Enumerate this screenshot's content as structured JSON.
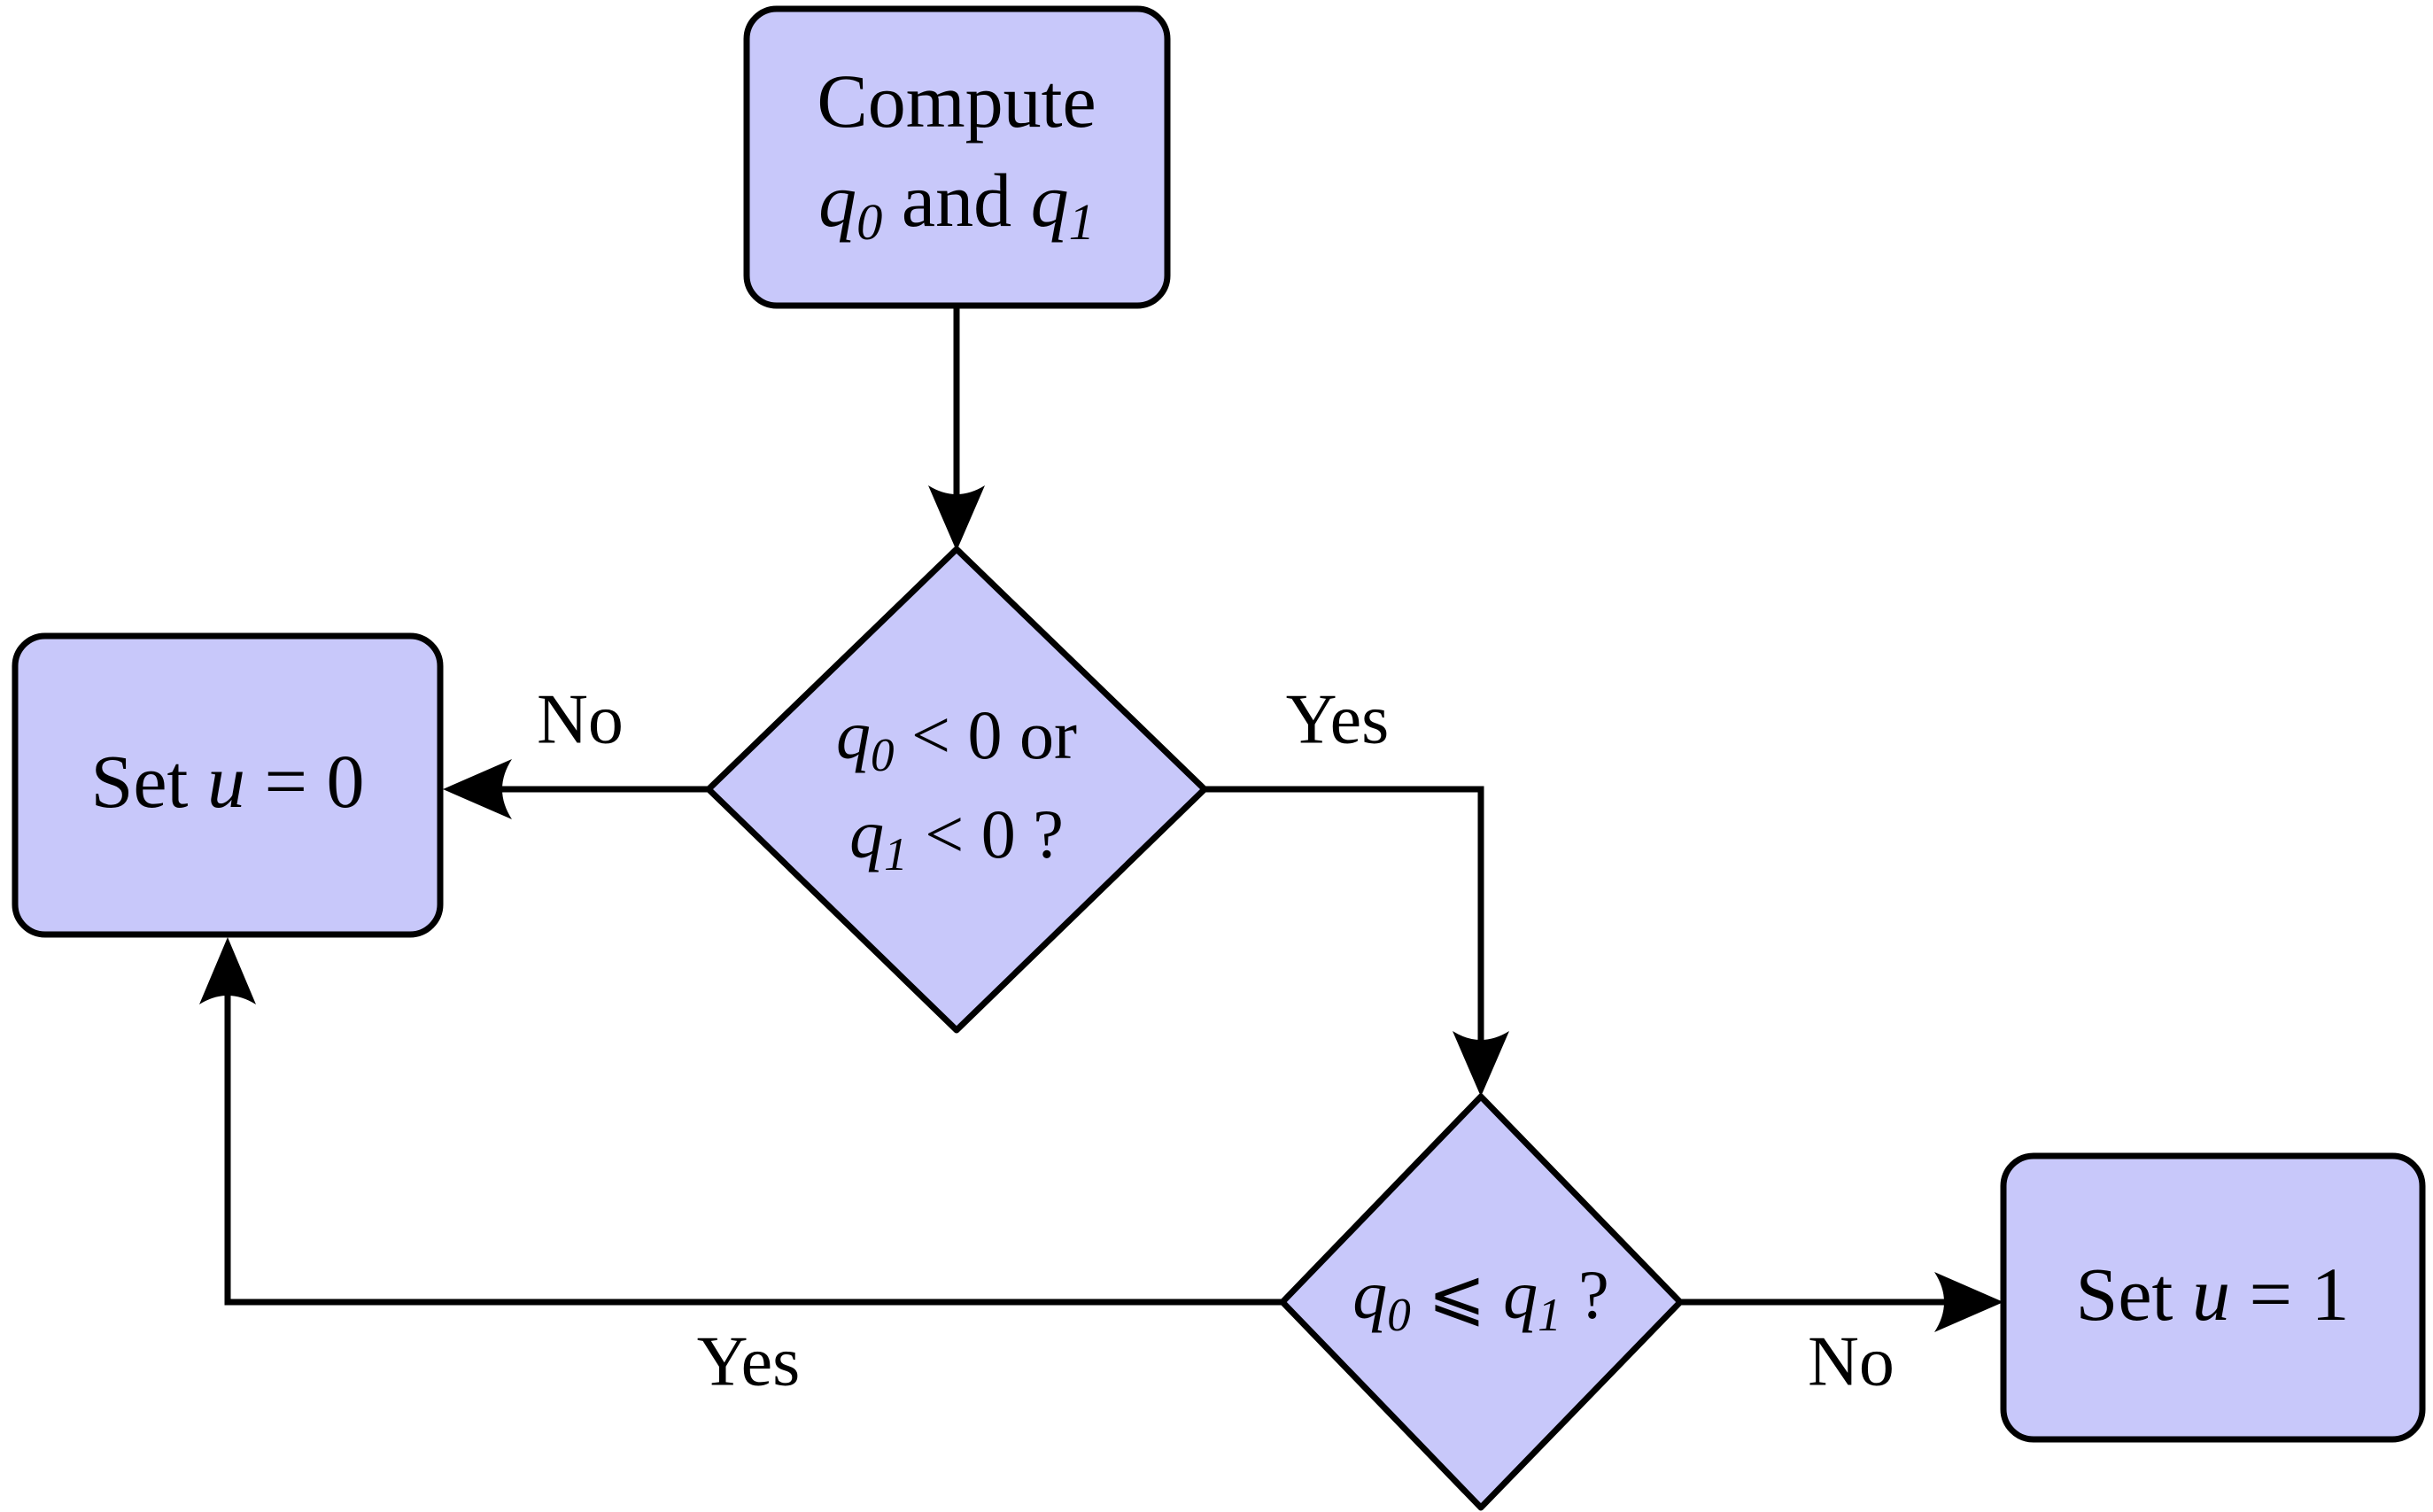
{
  "diagram": {
    "title": "Control decision flowchart for u based on q0 and q1",
    "background_color": "#ffffff",
    "node_fill_color": "#c8c8fa",
    "node_stroke_color": "#000000",
    "edge_color": "#000000",
    "nodes": [
      {
        "id": "compute",
        "shape": "rounded-rect",
        "text_lines": [
          "Compute",
          "q0 and q1"
        ],
        "line1": "Compute",
        "line2_parts": [
          "q",
          "0",
          " and ",
          "q",
          "1"
        ]
      },
      {
        "id": "decision-negative",
        "shape": "diamond",
        "text_lines": [
          "q0 < 0 or",
          "q1 < 0 ?"
        ],
        "line1_parts": [
          "q",
          "0",
          " < ",
          "0",
          " or"
        ],
        "line2_parts": [
          "q",
          "1",
          " < ",
          "0",
          " ?"
        ]
      },
      {
        "id": "set-u-0",
        "shape": "rounded-rect",
        "text_lines": [
          "Set u = 0"
        ],
        "line1_parts": [
          "Set ",
          "u",
          " = ",
          "0"
        ]
      },
      {
        "id": "decision-compare",
        "shape": "diamond",
        "text_lines": [
          "q0 ⩽ q1 ?"
        ],
        "line1_parts": [
          "q",
          "0",
          " ⩽ ",
          "q",
          "1",
          " ?"
        ]
      },
      {
        "id": "set-u-1",
        "shape": "rounded-rect",
        "text_lines": [
          "Set u = 1"
        ],
        "line1_parts": [
          "Set ",
          "u",
          " = ",
          "1"
        ]
      }
    ],
    "edges": [
      {
        "id": "compute-to-decision-negative",
        "from": "compute",
        "to": "decision-negative",
        "label": ""
      },
      {
        "id": "decision-negative-no",
        "from": "decision-negative",
        "to": "set-u-0",
        "label": "No"
      },
      {
        "id": "decision-negative-yes",
        "from": "decision-negative",
        "to": "decision-compare",
        "label": "Yes"
      },
      {
        "id": "decision-compare-yes",
        "from": "decision-compare",
        "to": "set-u-0",
        "label": "Yes"
      },
      {
        "id": "decision-compare-no",
        "from": "decision-compare",
        "to": "set-u-1",
        "label": "No"
      }
    ],
    "labels": {
      "compute_word": "Compute",
      "and_word": " and ",
      "set_word": "Set ",
      "equals": " = ",
      "less_than": " < ",
      "leqslant": " ⩽ ",
      "question": " ?",
      "or_word": " or",
      "zero": "0",
      "one": "1",
      "q": "q",
      "u": "u",
      "sub0": "0",
      "sub1": "1",
      "yes": "Yes",
      "no": "No"
    }
  }
}
